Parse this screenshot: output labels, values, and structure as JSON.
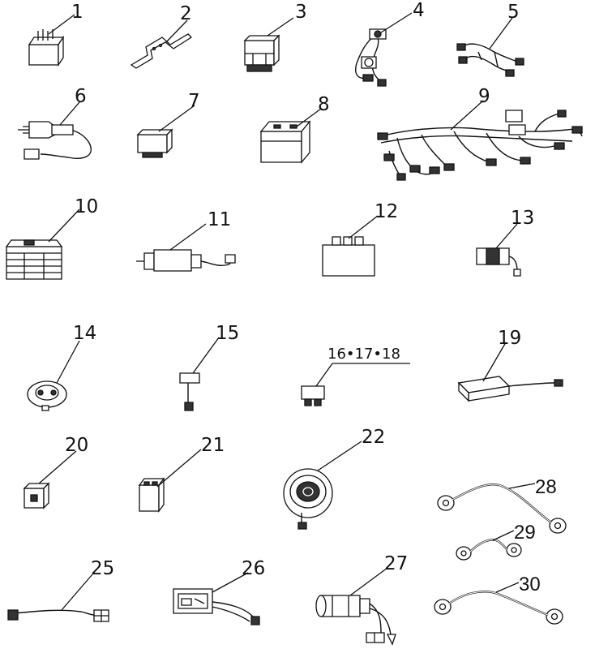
{
  "parts": [
    {
      "id": "part-1",
      "label": "1"
    },
    {
      "id": "part-2",
      "label": "2"
    },
    {
      "id": "part-3",
      "label": "3"
    },
    {
      "id": "part-4",
      "label": "4"
    },
    {
      "id": "part-5",
      "label": "5"
    },
    {
      "id": "part-6",
      "label": "6"
    },
    {
      "id": "part-7",
      "label": "7"
    },
    {
      "id": "part-8",
      "label": "8"
    },
    {
      "id": "part-9",
      "label": "9"
    },
    {
      "id": "part-10",
      "label": "10"
    },
    {
      "id": "part-11",
      "label": "11"
    },
    {
      "id": "part-12",
      "label": "12"
    },
    {
      "id": "part-13",
      "label": "13"
    },
    {
      "id": "part-14",
      "label": "14"
    },
    {
      "id": "part-15",
      "label": "15"
    },
    {
      "id": "part-16-18",
      "label": "16•17•18"
    },
    {
      "id": "part-19",
      "label": "19"
    },
    {
      "id": "part-20",
      "label": "20"
    },
    {
      "id": "part-21",
      "label": "21"
    },
    {
      "id": "part-22",
      "label": "22"
    },
    {
      "id": "part-25",
      "label": "25"
    },
    {
      "id": "part-26",
      "label": "26"
    },
    {
      "id": "part-27",
      "label": "27"
    },
    {
      "id": "part-28",
      "label": "28"
    },
    {
      "id": "part-29",
      "label": "29"
    },
    {
      "id": "part-30",
      "label": "30"
    }
  ]
}
